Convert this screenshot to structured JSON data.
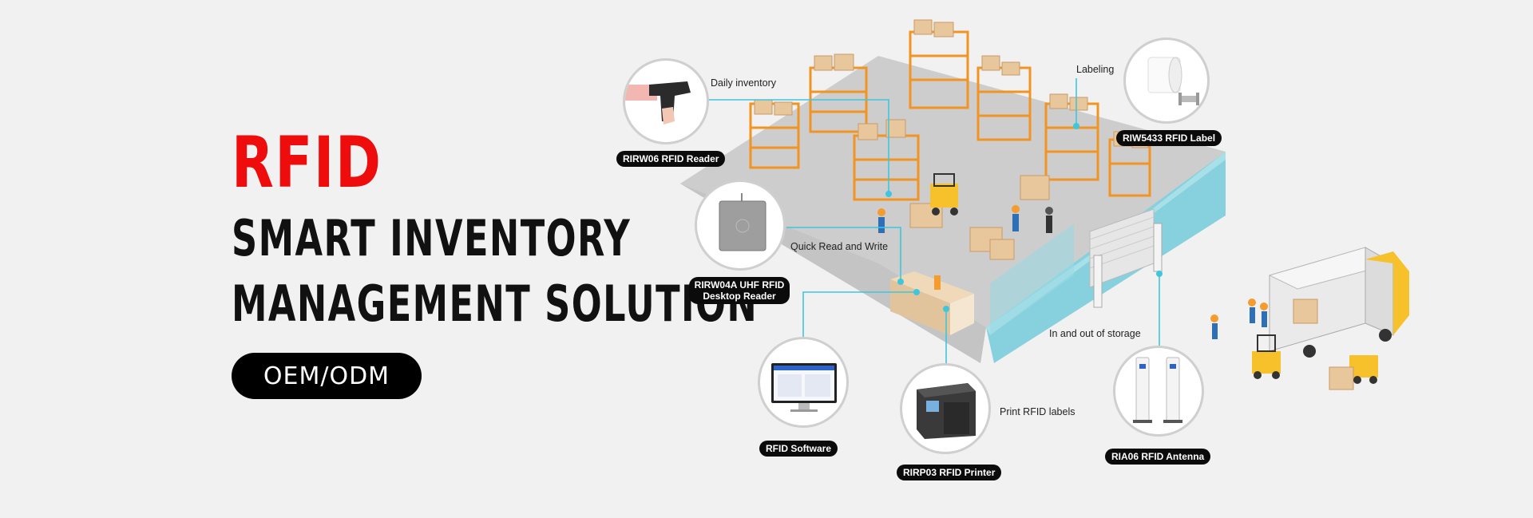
{
  "hero": {
    "title_accent": "RFID",
    "title_line1": "SMART INVENTORY",
    "title_line2": "MANAGEMENT SOLUTION",
    "cta_label": "OEM/ODM",
    "accent_color": "#ee0c0c"
  },
  "scene": {
    "floor_color": "#cfcfcf",
    "wall_color": "#86d1dd",
    "line_color": "#3fc6dc",
    "shelf_color": "#f29422",
    "box_color": "#e9c79c",
    "callouts": {
      "daily_inventory": "Daily inventory",
      "labeling": "Labeling",
      "quick_read_write": "Quick Read and Write",
      "in_out_storage": "In and out of storage",
      "print_labels": "Print RFID labels"
    },
    "products": {
      "reader": "RIRW06 RFID Reader",
      "label": "RIW5433 RFID Label",
      "desktop_line1": "RIRW04A UHF RFID",
      "desktop_line2": "Desktop Reader",
      "software": "RFID Software",
      "printer": "RIRP03 RFID Printer",
      "antenna": "RIA06 RFID Antenna"
    },
    "icons": {
      "reader": "handheld-reader-icon",
      "label": "label-roll-icon",
      "desktop": "desktop-reader-icon",
      "software": "monitor-icon",
      "printer": "printer-icon",
      "antenna": "antenna-gate-icon"
    }
  }
}
